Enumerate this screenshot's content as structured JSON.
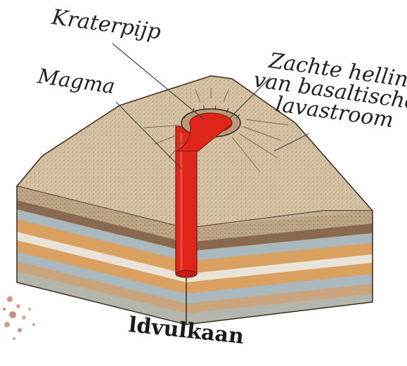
{
  "labels": {
    "kraterpijp": "Kraterpijp",
    "magma": "Magma",
    "slope_line1": "Zachte helling",
    "slope_line2": "van basaltische",
    "slope_line3": "lavastroom"
  },
  "caption": "ldvulkaan",
  "colors": {
    "magma": "#e0261a",
    "ground_surface": "#d6c3a4",
    "layer_dark_brown": "#8a6a4e",
    "layer_orange": "#d9a060",
    "layer_blue_grey": "#a9b8bd",
    "layer_tan": "#c9a47c",
    "outline": "#3a2a1c"
  }
}
